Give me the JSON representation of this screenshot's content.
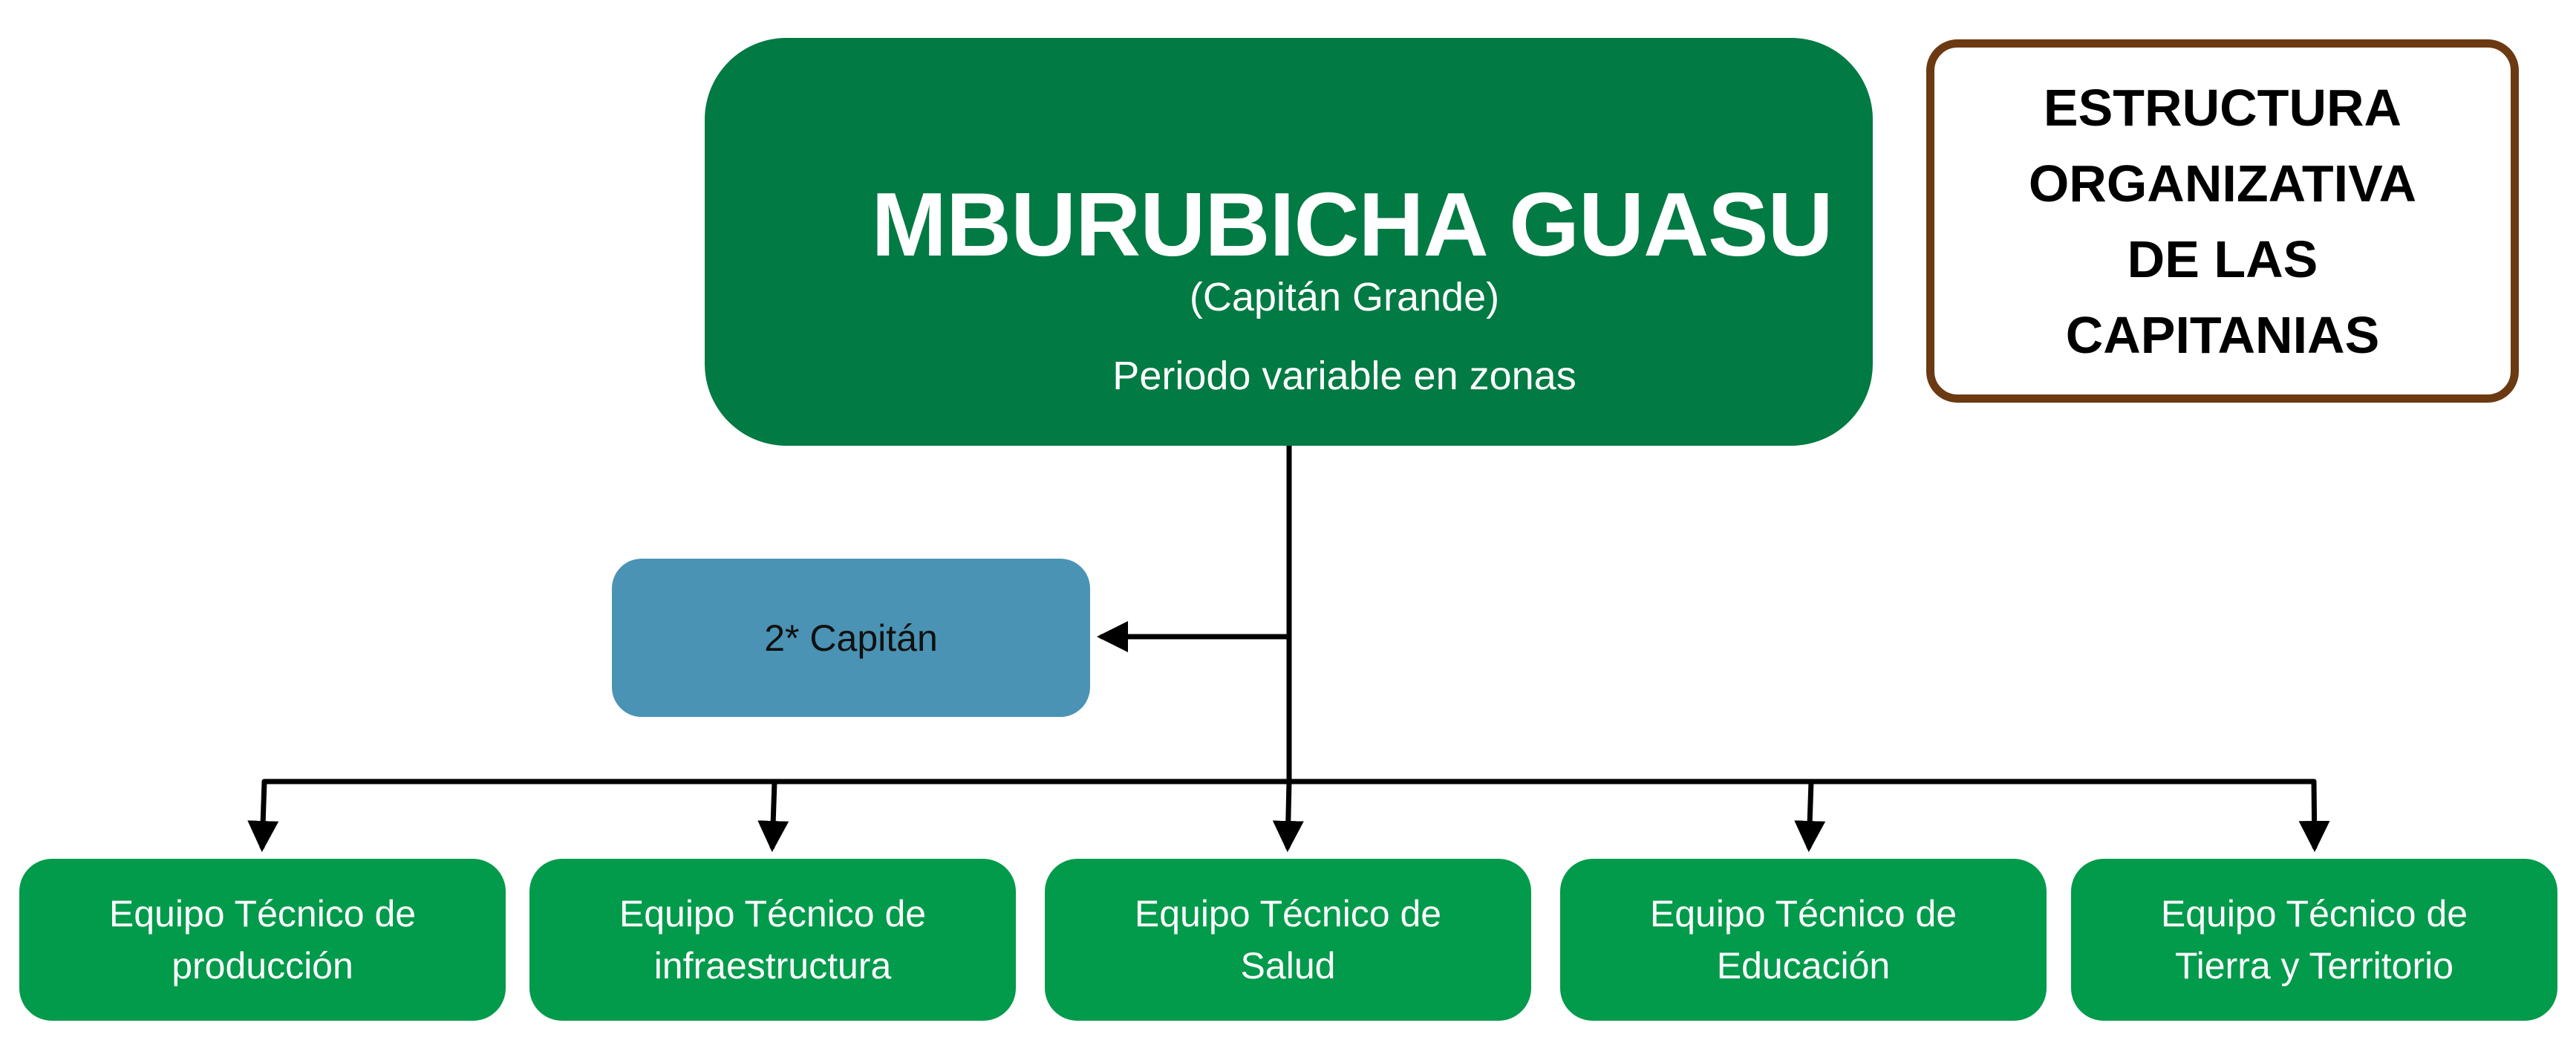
{
  "leader": {
    "title": "MBURUBICHA GUASU",
    "subtitle": "(Capitán Grande)",
    "period": "Periodo variable en zonas"
  },
  "structure_title": {
    "line1": "ESTRUCTURA",
    "line2": "ORGANIZATIVA",
    "line3": "DE LAS",
    "line4": "CAPITANIAS"
  },
  "second_captain": {
    "label": "2* Capitán"
  },
  "teams": [
    {
      "line1": "Equipo Técnico de",
      "line2": "producción"
    },
    {
      "line1": "Equipo Técnico de",
      "line2": "infraestructura"
    },
    {
      "line1": "Equipo Técnico de",
      "line2": "Salud"
    },
    {
      "line1": "Equipo Técnico de",
      "line2": "Educación"
    },
    {
      "line1": "Equipo Técnico de",
      "line2": "Tierra y Territorio"
    }
  ],
  "colors": {
    "leader": "#027a43",
    "team": "#029a4b",
    "second_captain": "#4a93b4",
    "title_border": "#6b3a12",
    "connector": "#000000"
  }
}
